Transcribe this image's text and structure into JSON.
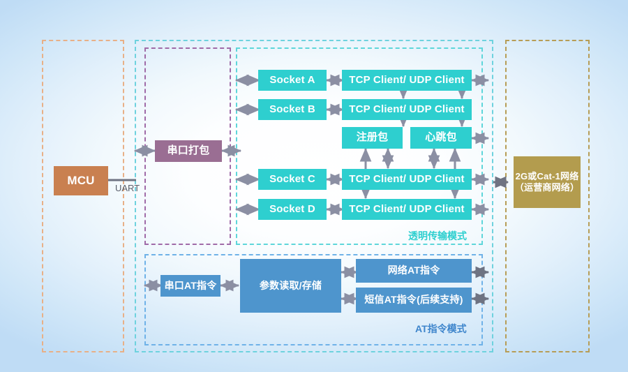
{
  "diagram": {
    "title": "UART to 2G/Cat-1 network module data flow architecture",
    "colors": {
      "mcu": "#c98050",
      "uart_packet": "#9a6e93",
      "socket_teal": "#2ecfcf",
      "at_blue": "#4e95cd",
      "network": "#b39c4e",
      "arrow": "#8b8fa3",
      "frame_mcu": "#e8b087",
      "frame_module": "#6ed2de",
      "frame_uartpk": "#a06ba8",
      "frame_transparent": "#5ed6da",
      "frame_at": "#6fb2e8",
      "frame_network": "#b79d56"
    }
  },
  "mcu": {
    "label": "MCU",
    "bus_label": "UART"
  },
  "uart_packet": {
    "label": "串口打包"
  },
  "transparent_mode": {
    "caption": "透明传输模式",
    "sockets": [
      {
        "label": "Socket A"
      },
      {
        "label": "Socket B"
      },
      {
        "label": "Socket C"
      },
      {
        "label": "Socket D"
      }
    ],
    "clients": [
      {
        "label": "TCP Client/ UDP Client"
      },
      {
        "label": "TCP Client/ UDP Client"
      },
      {
        "label": "TCP Client/ UDP Client"
      },
      {
        "label": "TCP Client/ UDP Client"
      }
    ],
    "packets": [
      {
        "label": "注册包"
      },
      {
        "label": "心跳包"
      }
    ]
  },
  "at_mode": {
    "caption": "AT指令模式",
    "serial_at": "串口AT指令",
    "param_store": "参数读取/存储",
    "network_at": "网络AT指令",
    "sms_at": "短信AT指令(后续支持)"
  },
  "network": {
    "line1": "2G或Cat-1网络",
    "line2": "（运营商网络）"
  }
}
